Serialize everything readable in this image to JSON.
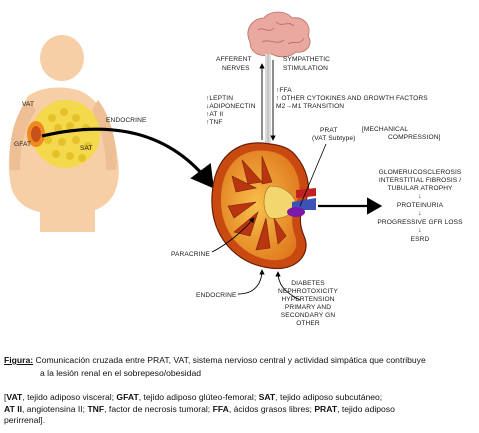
{
  "diagram": {
    "labels": {
      "vat": "VAT",
      "gfat": "GFAT",
      "sat": "SAT",
      "endocrine_top": "ENDOCRINE",
      "afferent": [
        "AFFERENT",
        "NERVES"
      ],
      "sympathetic": [
        "SYMPATHETIC",
        "STIMULATION"
      ],
      "leptin_block": [
        "↑LEPTIN",
        "↓ADIPONECTIN",
        "↑AT II",
        "↑TNF"
      ],
      "ffa_block": [
        "↑FFA",
        "↑ OTHER CYTOKINES AND GROWTH FACTORS",
        "M2→M1 TRANSITION"
      ],
      "prat": [
        "PRAT",
        "(VAT Subtype)"
      ],
      "mechanical": [
        "[MECHANICAL",
        "COMPRESSION]"
      ],
      "outcomes": [
        "GLOMERUCOSCLEROSIS",
        "INTERSTITIAL FIBROSIS /",
        "TUBULAR ATROPHY",
        "↓",
        "PROTEINURIA",
        "↓",
        "PROGRESSIVE GFR LOSS",
        "↓",
        "ESRD"
      ],
      "paracrine": "PARACRINE",
      "endocrine_bottom": "ENDOCRINE",
      "conditions": [
        "DIABETES",
        "NEPHROTOXICITY",
        "HYPERTENSION",
        "PRIMARY AND",
        "SECONDARY GN",
        "OTHER"
      ]
    }
  },
  "caption": {
    "label": "Figura:",
    "text_line1": " Comunicación cruzada entre PRAT, VAT, sistema nervioso central y actividad simpática que contribuye",
    "text_line2": "a la lesión renal en el  sobrepeso/obesidad"
  },
  "legend": {
    "open": "[",
    "items": [
      {
        "abbr": "VAT",
        "desc": ", tejido adiposo visceral; "
      },
      {
        "abbr": "GFAT",
        "desc": ", tejido adiposo glúteo-femoral; "
      },
      {
        "abbr": "SAT",
        "desc": ", tejido adiposo subcutáneo;"
      },
      {
        "abbr": "AT II",
        "desc": ", angiotensina II; "
      },
      {
        "abbr": "TNF",
        "desc": ", factor de necrosis tumoral; "
      },
      {
        "abbr": "FFA",
        "desc": ", ácidos grasos libres; "
      },
      {
        "abbr": "PRAT",
        "desc": ", tejido adiposo"
      }
    ],
    "tail": "perirrenal]."
  },
  "colors": {
    "body_skin": "#f6cfa6",
    "fat_yellow": "#f3da3c",
    "kidney_outer": "#c84a10",
    "kidney_cortex": "#e8912f",
    "kidney_medulla": "#f8b43c",
    "pyramid": "#b93510",
    "brain": "#e9a9a0",
    "prat_blob": "#7b1aa8",
    "arrow": "#000000"
  }
}
